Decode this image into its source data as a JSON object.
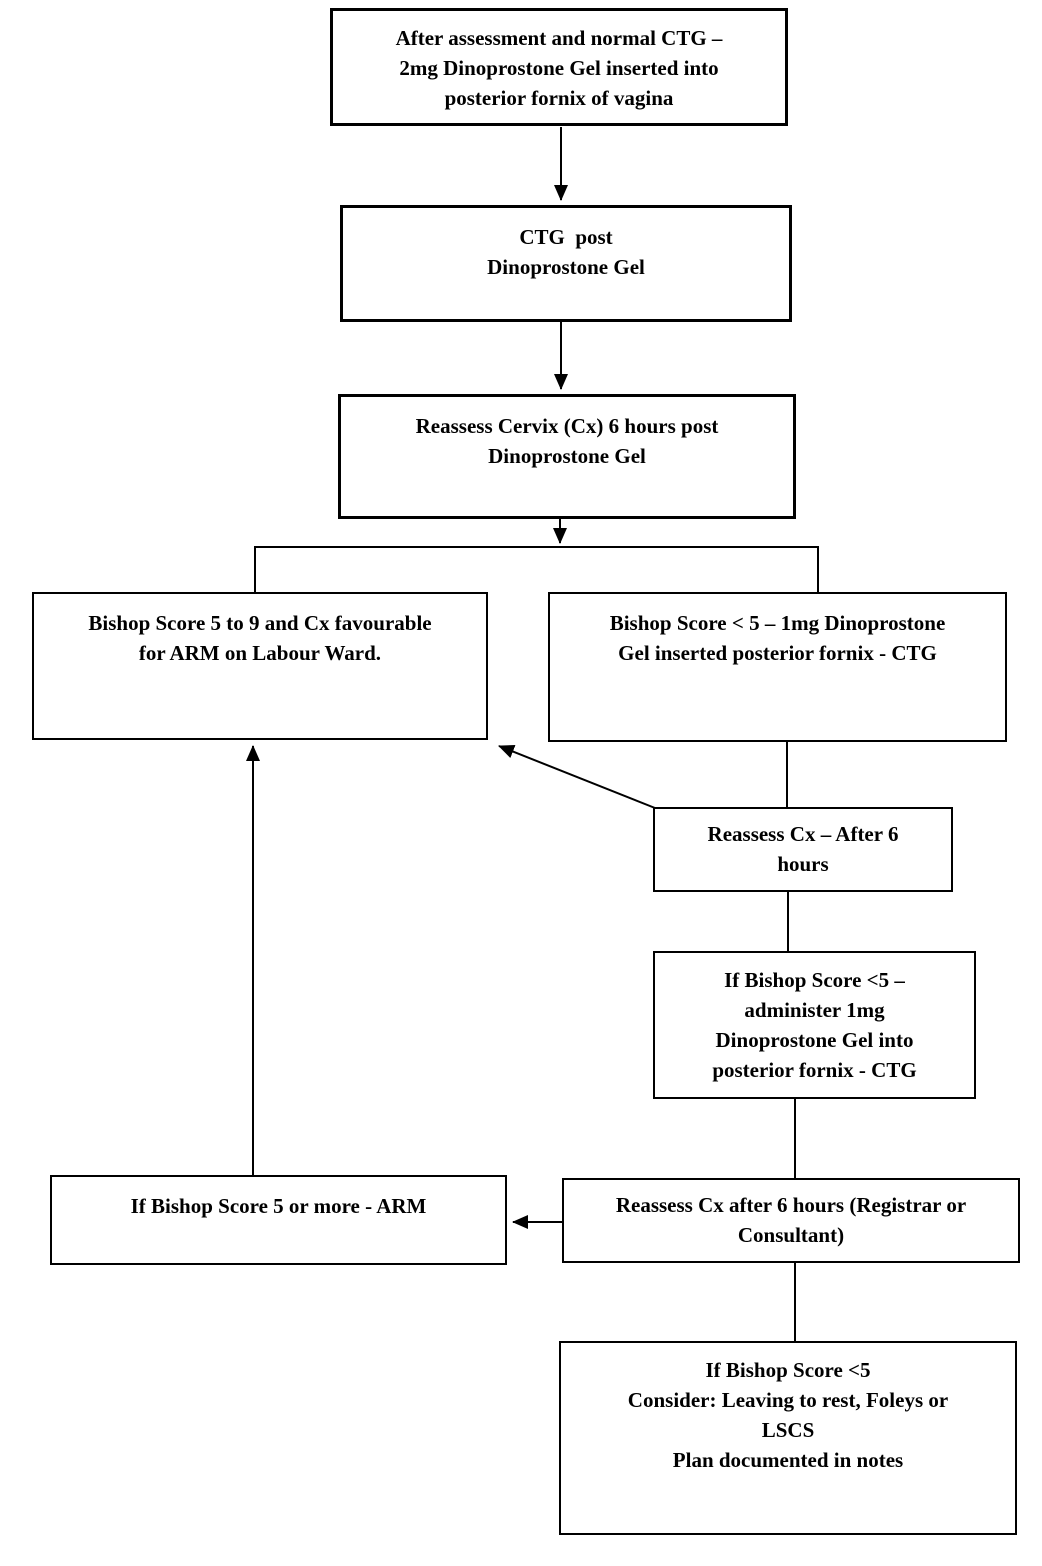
{
  "diagram": {
    "type": "flowchart",
    "line_color": "#000000",
    "box_background": "#ffffff",
    "nodes": [
      {
        "id": "after-assessment",
        "text": "After assessment and normal CTG –\n2mg Dinoprostone Gel inserted into\nposterior fornix of vagina"
      },
      {
        "id": "ctg-post-gel",
        "text": "CTG  post\nDinoprostone Gel"
      },
      {
        "id": "reassess-cervix-6h",
        "text": "Reassess Cervix (Cx) 6 hours post\nDinoprostone Gel"
      },
      {
        "id": "bishop-5-9-favourable",
        "text": "Bishop Score 5 to 9 and Cx favourable\nfor ARM on Labour Ward."
      },
      {
        "id": "bishop-lt5-1mg",
        "text": "Bishop Score < 5 – 1mg Dinoprostone\nGel inserted posterior fornix - CTG"
      },
      {
        "id": "reassess-cx-after-6h",
        "text": "Reassess Cx – After 6\nhours"
      },
      {
        "id": "bishop-lt5-administer",
        "text": "If Bishop Score <5 –\nadminister 1mg\nDinoprostone Gel into\nposterior fornix - CTG"
      },
      {
        "id": "bishop-5-or-more-arm",
        "text": "If Bishop Score 5 or more - ARM"
      },
      {
        "id": "reassess-cx-registrar",
        "text": "Reassess Cx after 6 hours (Registrar or\nConsultant)"
      },
      {
        "id": "bishop-lt5-consider",
        "text": "If Bishop Score <5\nConsider: Leaving to rest, Foleys or\nLSCS\nPlan documented in notes"
      }
    ],
    "edges": [
      {
        "from": "after-assessment",
        "to": "ctg-post-gel",
        "style": "arrow"
      },
      {
        "from": "ctg-post-gel",
        "to": "reassess-cervix-6h",
        "style": "arrow"
      },
      {
        "from": "reassess-cervix-6h",
        "to": "split",
        "style": "arrow"
      },
      {
        "from": "split",
        "to": "bishop-5-9-favourable",
        "style": "line"
      },
      {
        "from": "split",
        "to": "bishop-lt5-1mg",
        "style": "line"
      },
      {
        "from": "bishop-lt5-1mg",
        "to": "reassess-cx-after-6h",
        "style": "line"
      },
      {
        "from": "reassess-cx-after-6h",
        "to": "bishop-5-9-favourable",
        "style": "arrow-diagonal"
      },
      {
        "from": "reassess-cx-after-6h",
        "to": "bishop-lt5-administer",
        "style": "line"
      },
      {
        "from": "bishop-lt5-administer",
        "to": "reassess-cx-registrar",
        "style": "line"
      },
      {
        "from": "reassess-cx-registrar",
        "to": "bishop-5-or-more-arm",
        "style": "arrow"
      },
      {
        "from": "bishop-5-or-more-arm",
        "to": "bishop-5-9-favourable",
        "style": "arrow"
      },
      {
        "from": "reassess-cx-registrar",
        "to": "bishop-lt5-consider",
        "style": "line"
      }
    ]
  }
}
